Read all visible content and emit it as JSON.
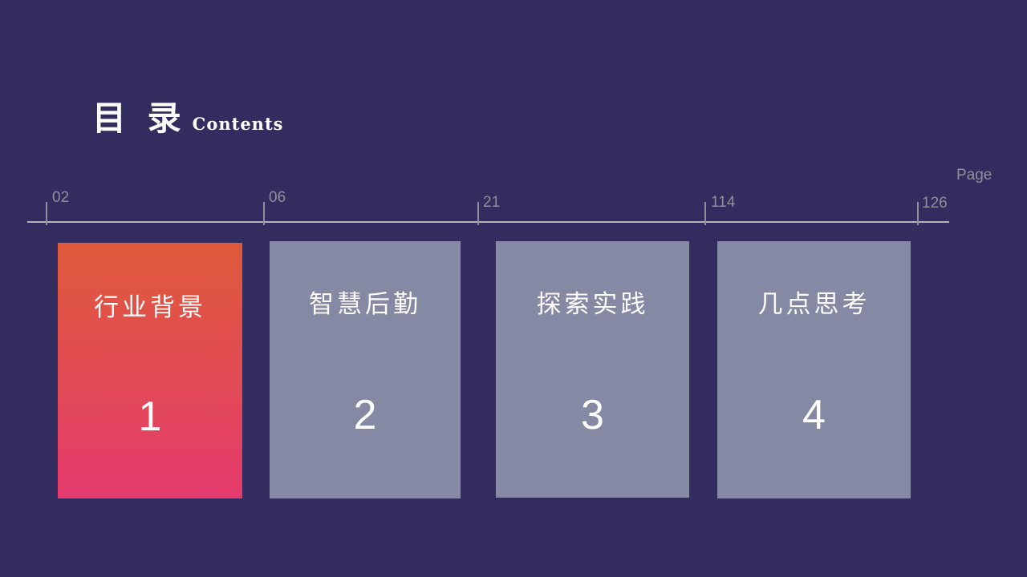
{
  "slide": {
    "title_cn": "目 录",
    "title_en": "Contents",
    "page_label": "Page",
    "ruler": {
      "ticks": [
        {
          "label": "02"
        },
        {
          "label": "06"
        },
        {
          "label": "21"
        },
        {
          "label": "114"
        },
        {
          "label": "126"
        }
      ]
    },
    "cards": [
      {
        "title": "行业背景",
        "number": "1",
        "highlighted": true
      },
      {
        "title": "智慧后勤",
        "number": "2",
        "highlighted": false
      },
      {
        "title": "探索实践",
        "number": "3",
        "highlighted": false
      },
      {
        "title": "几点思考",
        "number": "4",
        "highlighted": false
      }
    ],
    "colors": {
      "background": "#322d5e",
      "card_gray": "#8689a3",
      "card_highlight_gradient_top": "#df5a3b",
      "card_highlight_gradient_bottom": "#e43a6e",
      "ruler_line": "#b5b3bf",
      "ruler_text": "#918f9e",
      "text": "#ffffff"
    }
  }
}
